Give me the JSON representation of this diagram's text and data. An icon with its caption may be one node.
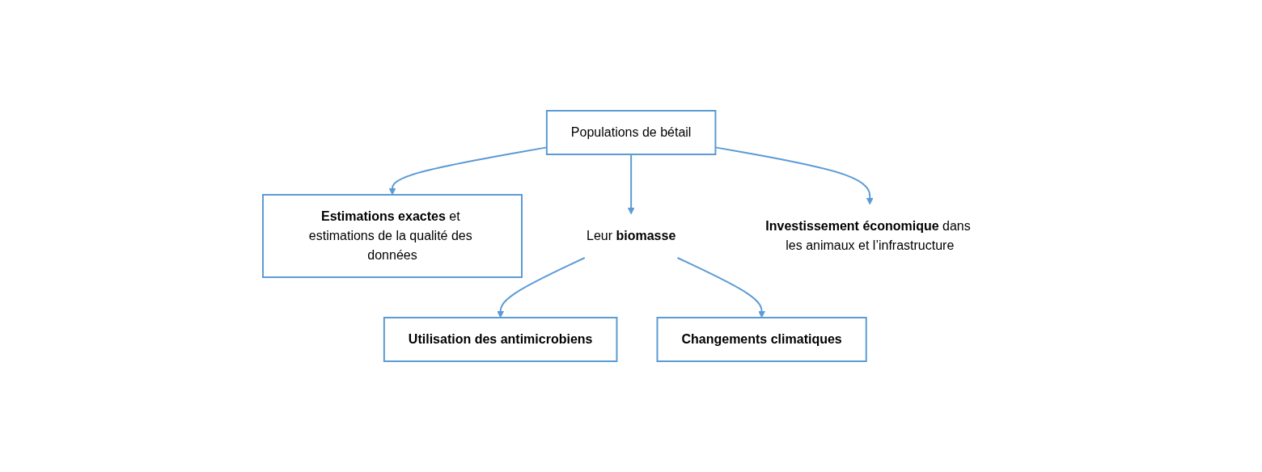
{
  "diagram": {
    "nodes": [
      {
        "text": [
          "Populations de bétail"
        ]
      },
      {
        "text": [
          "**Estimations exactes** et estimations de la qualité des données"
        ]
      },
      {
        "text": [
          "Utilisation des antimicrobiens"
        ]
      },
      {
        "text": [
          "Leur **biomasse**"
        ]
      },
      {
        "text": [
          "**Investissement économique** dans les animaux et l’infrastructure"
        ]
      },
      {
        "text": [
          "Changements climatiques"
        ]
      }
    ],
    "edges": [
      {
        "from": 0,
        "to": 1,
        "arrow": "to"
      },
      {
        "from": 0,
        "to": 3,
        "arrow": "to"
      },
      {
        "from": 0,
        "to": 4,
        "arrow": "to"
      },
      {
        "from": 3,
        "to": 2,
        "arrow": "to"
      },
      {
        "from": 3,
        "to": 5,
        "arrow": "to"
      }
    ]
  }
}
